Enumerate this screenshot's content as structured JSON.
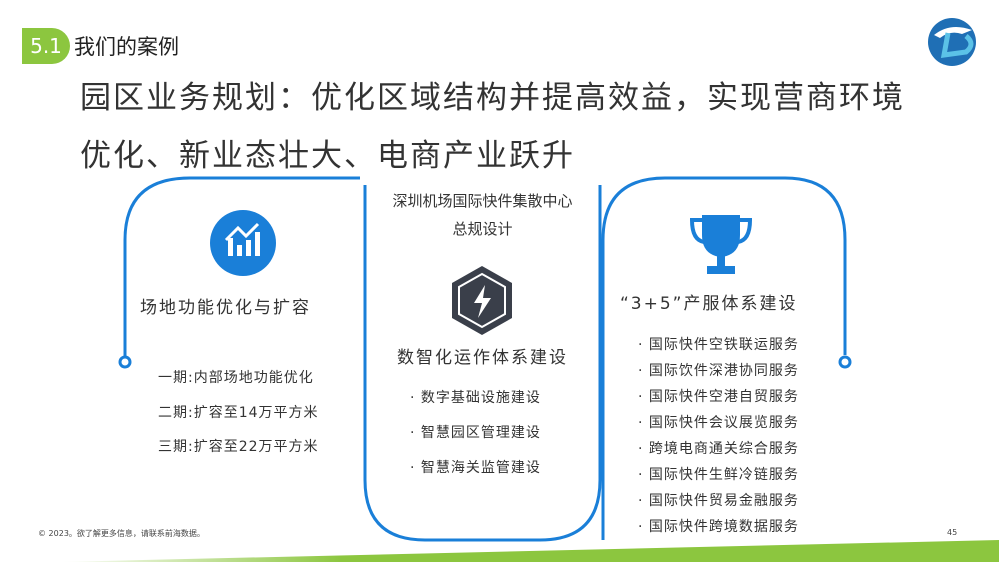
{
  "section": {
    "number": "5.1",
    "title": "我们的案例"
  },
  "headline": {
    "line1": "园区业务规划：优化区域结构并提高效益，实现营商环境",
    "line2": "优化、新业态壮大、电商产业跃升"
  },
  "left": {
    "title": "场地功能优化与扩容",
    "items": [
      "一期:内部场地功能优化",
      "二期:扩容至14万平方米",
      "三期:扩容至22万平方米"
    ],
    "icon": "chart-up-icon"
  },
  "center": {
    "top_line1": "深圳机场国际快件集散中心",
    "top_line2": "总规设计",
    "title": "数智化运作体系建设",
    "items": [
      "· 数字基础设施建设",
      "· 智慧园区管理建设",
      "· 智慧海关监管建设"
    ],
    "icon": "lightning-icon"
  },
  "right": {
    "title": "“3+5”产服体系建设",
    "items": [
      "· 国际快件空铁联运服务",
      "· 国际饮件深港协同服务",
      "· 国际快件空港自贸服务",
      "· 国际快件会议展览服务",
      "· 跨境电商通关综合服务",
      "· 国际快件生鲜冷链服务",
      "· 国际快件贸易金融服务",
      "· 国际快件跨境数据服务"
    ],
    "icon": "trophy-icon"
  },
  "footer": {
    "text": "© 2023。欲了解更多信息，请联系前海数据。",
    "page": "45"
  },
  "colors": {
    "blue": "#1a7fd8",
    "green": "#8cc63f",
    "icon_dark": "#3a3f4a"
  }
}
